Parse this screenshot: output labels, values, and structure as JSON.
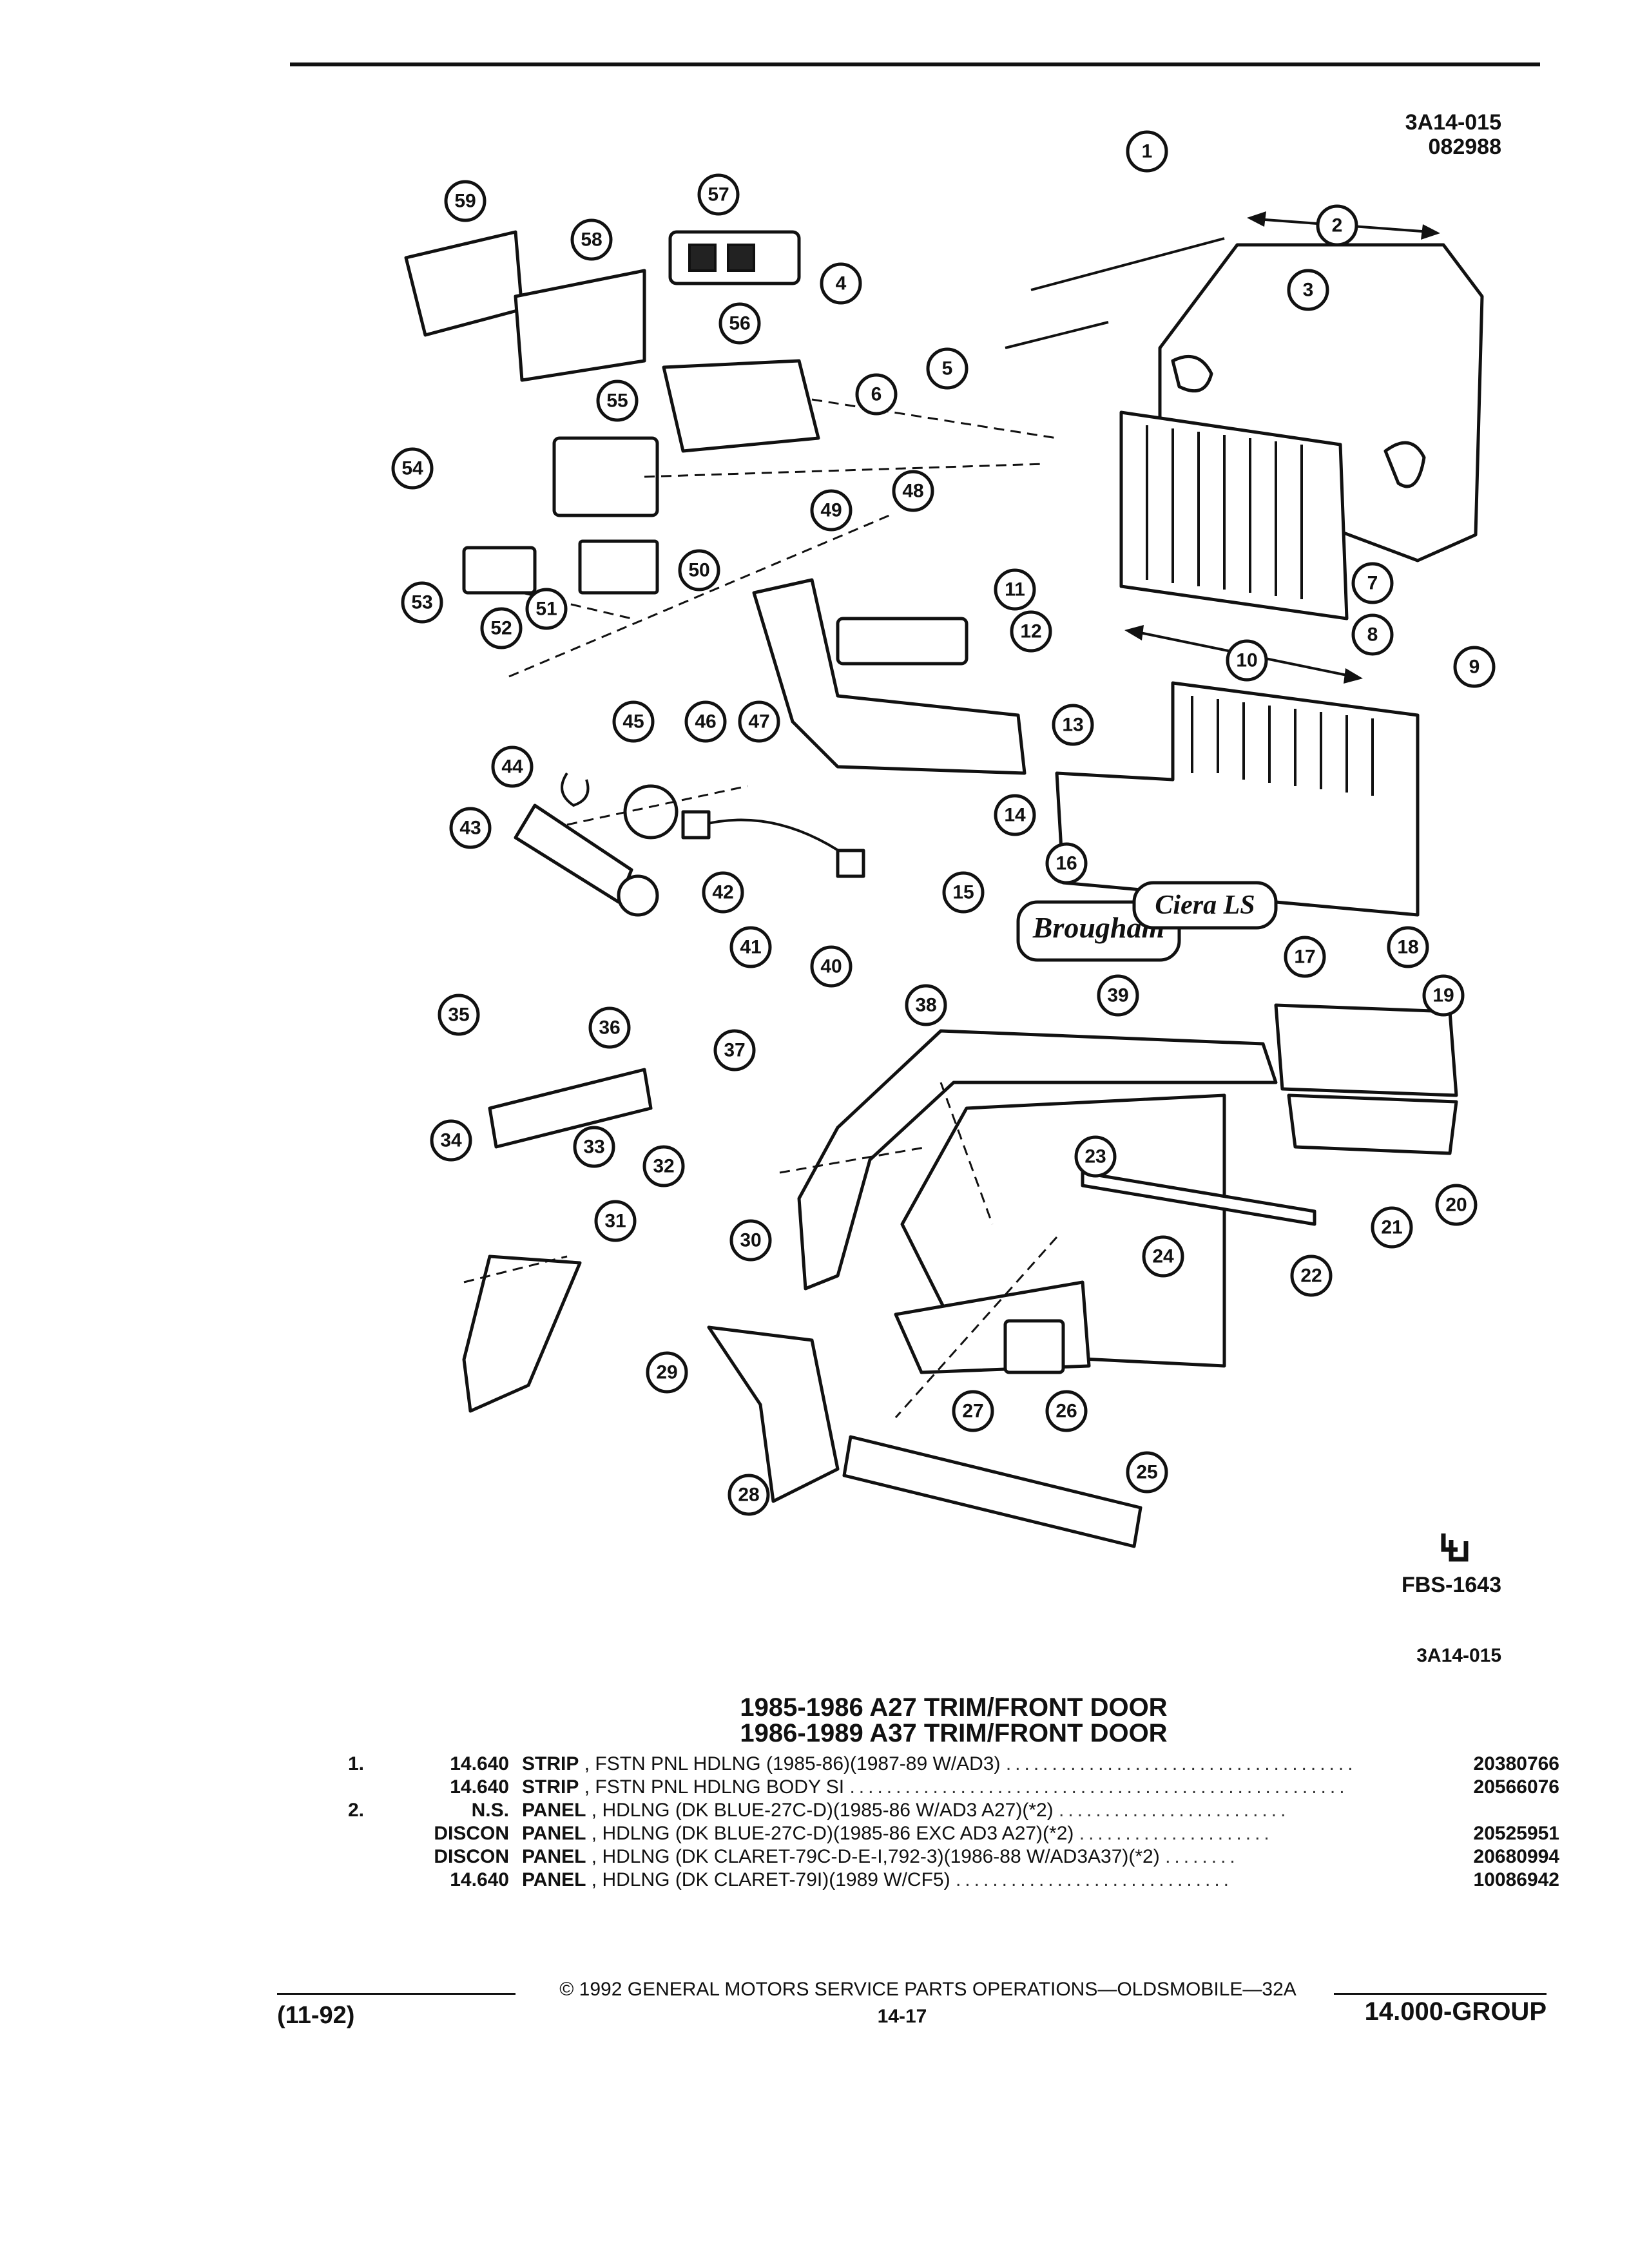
{
  "header": {
    "ref_line1": "3A14-015",
    "ref_line2": "082988"
  },
  "diagram": {
    "callouts": [
      "1",
      "2",
      "3",
      "4",
      "5",
      "6",
      "7",
      "8",
      "9",
      "10",
      "11",
      "12",
      "13",
      "14",
      "15",
      "16",
      "17",
      "18",
      "19",
      "20",
      "21",
      "22",
      "23",
      "24",
      "25",
      "26",
      "27",
      "28",
      "29",
      "30",
      "31",
      "32",
      "33",
      "34",
      "35",
      "36",
      "37",
      "38",
      "39",
      "40",
      "41",
      "42",
      "43",
      "44",
      "45",
      "46",
      "47",
      "48",
      "49",
      "50",
      "51",
      "52",
      "53",
      "54",
      "55",
      "56",
      "57",
      "58",
      "59"
    ],
    "emblem_brougham": "Brougham",
    "emblem_ciera": "Ciera LS",
    "fbs_ref": "FBS-1643",
    "bottom_ref": "3A14-015"
  },
  "titles": {
    "line1": "1985-1986 A27 TRIM/FRONT DOOR",
    "line2": "1986-1989 A37 TRIM/FRONT DOOR"
  },
  "parts_list": [
    {
      "num": "1.",
      "code": "14.640",
      "name": "STRIP",
      "desc": ", FSTN PNL HDLNG (1985-86)(1987-89 W/AD3)",
      "part_no": "20380766"
    },
    {
      "num": "",
      "code": "14.640",
      "name": "STRIP",
      "desc": ", FSTN PNL HDLNG BODY SI",
      "part_no": "20566076"
    },
    {
      "num": "2.",
      "code": "N.S.",
      "name": "PANEL",
      "desc": ", HDLNG (DK BLUE-27C-D)(1985-86 W/AD3 A27)(*2)",
      "part_no": ""
    },
    {
      "num": "",
      "code": "DISCON",
      "name": "PANEL",
      "desc": ", HDLNG (DK BLUE-27C-D)(1985-86 EXC AD3 A27)(*2)",
      "part_no": "20525951"
    },
    {
      "num": "",
      "code": "DISCON",
      "name": "PANEL",
      "desc": ", HDLNG (DK CLARET-79C-D-E-I,792-3)(1986-88 W/AD3A37)(*2)",
      "part_no": "20680994"
    },
    {
      "num": "",
      "code": "14.640",
      "name": "PANEL",
      "desc": ", HDLNG (DK CLARET-79I)(1989 W/CF5)",
      "part_no": "10086942"
    }
  ],
  "footer": {
    "copyright": "© 1992 GENERAL MOTORS SERVICE PARTS OPERATIONS—OLDSMOBILE—32A",
    "date": "(11-92)",
    "page": "14-17",
    "group": "14.000-GROUP"
  }
}
